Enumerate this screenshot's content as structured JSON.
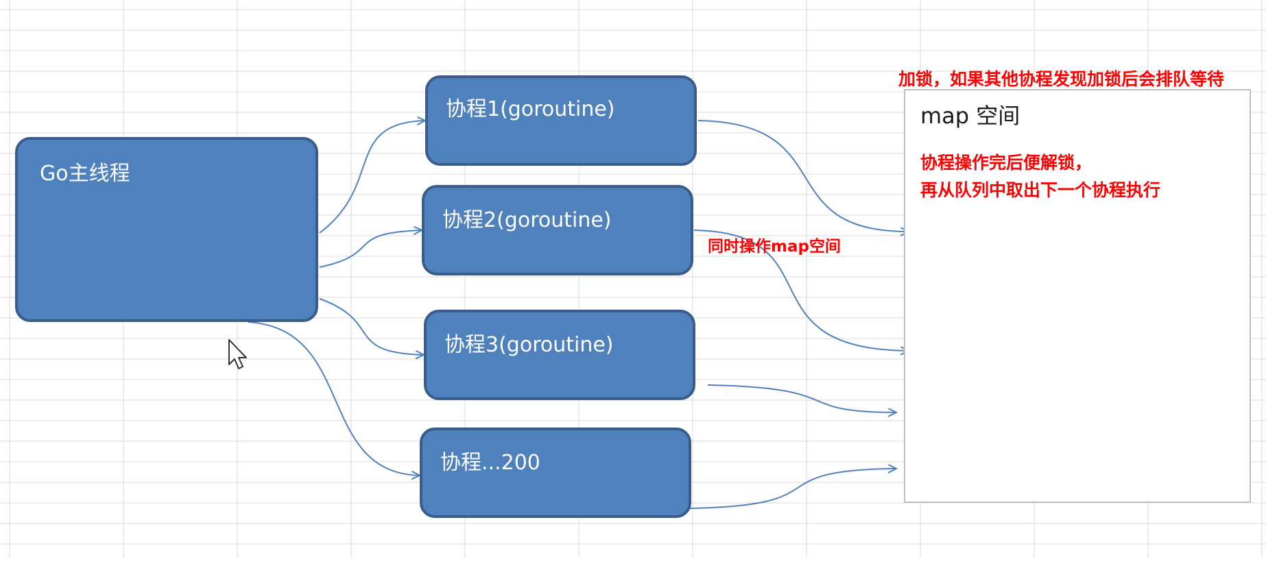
{
  "main_thread": {
    "label": "Go主线程"
  },
  "goroutines": [
    {
      "label": "协程1(goroutine)"
    },
    {
      "label": "协程2(goroutine)"
    },
    {
      "label": "协程3(goroutine)"
    },
    {
      "label": "协程...200"
    }
  ],
  "notes": {
    "lock": "加锁，如果其他协程发现加锁后会排队等待",
    "concurrent": "同时操作map空间"
  },
  "map_space": {
    "title": "map 空间",
    "note_line1": "协程操作完后便解锁，",
    "note_line2": "再从队列中取出下一个协程执行"
  },
  "colors": {
    "box_fill": "#4f81bd",
    "box_border": "#385d8a",
    "connector": "#4f81bd",
    "annotation": "#ff0000",
    "grid": "#d9d9d9"
  },
  "icons": {
    "cursor": "mouse-pointer-icon"
  }
}
